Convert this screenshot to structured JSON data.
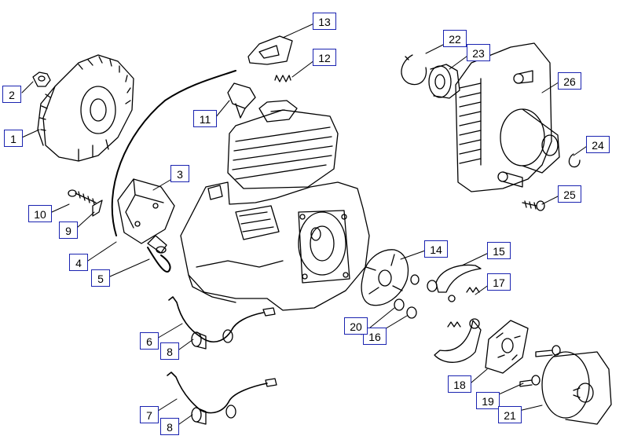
{
  "diagram": {
    "line_color": "#000000",
    "callout_border_color": "#1a23b0",
    "callout_fill": "#ffffff",
    "callouts": [
      "1",
      "2",
      "3",
      "4",
      "5",
      "6",
      "7",
      "8",
      "8",
      "9",
      "10",
      "11",
      "12",
      "13",
      "14",
      "15",
      "16",
      "17",
      "18",
      "19",
      "20",
      "21",
      "22",
      "23",
      "24",
      "25",
      "26"
    ]
  }
}
